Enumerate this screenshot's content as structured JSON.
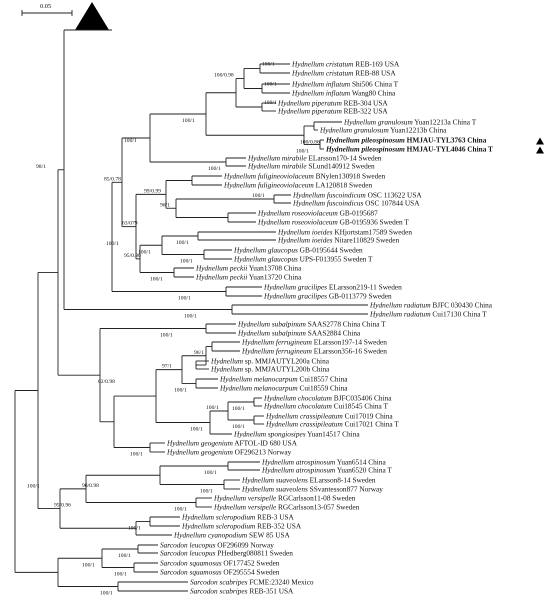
{
  "scale_bar": {
    "label": "0.05"
  },
  "leaves": [
    {
      "id": "cristatum1",
      "genus": "Hydnellum",
      "epithet": "cristatum",
      "rest": "REB-169 USA"
    },
    {
      "id": "cristatum2",
      "genus": "Hydnellum",
      "epithet": "cristatum",
      "rest": "REB-88 USA"
    },
    {
      "id": "inflatum1",
      "genus": "Hydnellum",
      "epithet": "inflatum",
      "rest": "Shi506 China T"
    },
    {
      "id": "inflatum2",
      "genus": "Hydnellum",
      "epithet": "inflatum",
      "rest": "Wang80 China"
    },
    {
      "id": "piperatum1",
      "genus": "Hydnellum",
      "epithet": "piperatum",
      "rest": "REB-304 USA"
    },
    {
      "id": "piperatum2",
      "genus": "Hydnellum",
      "epithet": "piperatum",
      "rest": "REB-322 USA"
    },
    {
      "id": "granulosum1",
      "genus": "Hydnellum",
      "epithet": "granulosum",
      "rest": "Yuan12213a China T"
    },
    {
      "id": "granulosum2",
      "genus": "Hydnellum",
      "epithet": "granulosum",
      "rest": "Yuan12213b China"
    },
    {
      "id": "pileo1",
      "genus": "Hydnellum",
      "epithet": "pileospinosum",
      "rest": "HMJAU-TYL3763 China",
      "bold": true,
      "marker": true
    },
    {
      "id": "pileo2",
      "genus": "Hydnellum",
      "epithet": "pileospinosum",
      "rest": "HMJAU-TYL4046 China T",
      "bold": true,
      "marker": true
    },
    {
      "id": "mirabile1",
      "genus": "Hydnellum",
      "epithet": "mirabile",
      "rest": "ELarsson170-14 Sweden"
    },
    {
      "id": "mirabile2",
      "genus": "Hydnellum",
      "epithet": "mirabile",
      "rest": "SLund140912 Sweden"
    },
    {
      "id": "fulig1",
      "genus": "Hydnellum",
      "epithet": "fuligineoviolaceum",
      "rest": "BNylen130918 Sweden"
    },
    {
      "id": "fulig2",
      "genus": "Hydnellum",
      "epithet": "fuligineoviolaceum",
      "rest": "LA120818 Sweden"
    },
    {
      "id": "fusc1",
      "genus": "Hydnellum",
      "epithet": "fuscoindicum",
      "rest": "OSC 113622 USA"
    },
    {
      "id": "fusc2",
      "genus": "Hydnellum",
      "epithet": "fuscoindicus",
      "rest": "OSC 107844 USA"
    },
    {
      "id": "roseo1",
      "genus": "Hydnellum",
      "epithet": "roseoviolaceum",
      "rest": "GB-0195687"
    },
    {
      "id": "roseo2",
      "genus": "Hydnellum",
      "epithet": "roseoviolaceum",
      "rest": "GB-0195936 Sweden T"
    },
    {
      "id": "ioeides1",
      "genus": "Hydnellum",
      "epithet": "ioeides",
      "rest": "KHjortstam17589 Sweden"
    },
    {
      "id": "ioeides2",
      "genus": "Hydnellum",
      "epithet": "ioeides",
      "rest": "Nitare110829 Sweden"
    },
    {
      "id": "glauc1",
      "genus": "Hydnellum",
      "epithet": "glaucopus",
      "rest": "GB-0195644 Sweden"
    },
    {
      "id": "glauc2",
      "genus": "Hydnellum",
      "epithet": "glaucopus",
      "rest": "UPS-F013955 Sweden T"
    },
    {
      "id": "peckii1",
      "genus": "Hydnellum",
      "epithet": "peckii",
      "rest": "Yuan13708 China"
    },
    {
      "id": "peckii2",
      "genus": "Hydnellum",
      "epithet": "peckii",
      "rest": "Yuan13720 China"
    },
    {
      "id": "gracil1",
      "genus": "Hydnellum",
      "epithet": "gracilipes",
      "rest": "ELarsson219-11 Sweden"
    },
    {
      "id": "gracil2",
      "genus": "Hydnellum",
      "epithet": "gracilipes",
      "rest": "GB-0113779 Sweden"
    },
    {
      "id": "radiat1",
      "genus": "Hydnellum",
      "epithet": "radiatum",
      "rest": "BJFC 030430 China"
    },
    {
      "id": "radiat2",
      "genus": "Hydnellum",
      "epithet": "radiatum",
      "rest": "Cui17130 China T"
    },
    {
      "id": "subalp1",
      "genus": "Hydnellum",
      "epithet": "subalpinum",
      "rest": "SAAS2778 China China T"
    },
    {
      "id": "subalp2",
      "genus": "Hydnellum",
      "epithet": "subalpinum",
      "rest": "SAAS2884 China"
    },
    {
      "id": "ferrug1",
      "genus": "Hydnellum",
      "epithet": "ferrugineum",
      "rest": "ELarsson197-14 Sweden"
    },
    {
      "id": "ferrug2",
      "genus": "Hydnellum",
      "epithet": "ferrugineum",
      "rest": "ELarsson356-16 Sweden"
    },
    {
      "id": "sp1",
      "genus": "Hydnellum",
      "epithet": "",
      "rest": "sp. MMJAUTYL200a China"
    },
    {
      "id": "sp2",
      "genus": "Hydnellum",
      "epithet": "",
      "rest": "sp. MMJAUTYL200b China"
    },
    {
      "id": "melano1",
      "genus": "Hydnellum",
      "epithet": "melanocarpum",
      "rest": "Cui18557 China"
    },
    {
      "id": "melano2",
      "genus": "Hydnellum",
      "epithet": "melanocarpum",
      "rest": "Cui18559 China"
    },
    {
      "id": "choco1",
      "genus": "Hydnellum",
      "epithet": "chocolatum",
      "rest": "BJFC035406 China"
    },
    {
      "id": "choco2",
      "genus": "Hydnellum",
      "epithet": "chocolatum",
      "rest": "Cui18545 China T"
    },
    {
      "id": "crass1",
      "genus": "Hydnellum",
      "epithet": "crassipileatum",
      "rest": "Cui17019 China"
    },
    {
      "id": "crass2",
      "genus": "Hydnellum",
      "epithet": "crassipileatum",
      "rest": "Cui17021 China T"
    },
    {
      "id": "spong",
      "genus": "Hydnellum",
      "epithet": "spongiosipes",
      "rest": "Yuan14517 China"
    },
    {
      "id": "geog1",
      "genus": "Hydnellum",
      "epithet": "geogenium",
      "rest": "AFTOL-ID 680 USA"
    },
    {
      "id": "geog2",
      "genus": "Hydnellum",
      "epithet": "geogenium",
      "rest": "OF296213 Norway"
    },
    {
      "id": "atros1",
      "genus": "Hydnellum",
      "epithet": "atrospinosum",
      "rest": "Yuan6514 China"
    },
    {
      "id": "atros2",
      "genus": "Hydnellum",
      "epithet": "atrospinosum",
      "rest": "Yuan6520 China T"
    },
    {
      "id": "suav1",
      "genus": "Hydnellum",
      "epithet": "suaveolens",
      "rest": "ELarsson8-14 Sweden"
    },
    {
      "id": "suav2",
      "genus": "Hydnellum",
      "epithet": "suaveolens",
      "rest": "SSvantesson877 Norway"
    },
    {
      "id": "versi1",
      "genus": "Hydnellum",
      "epithet": "versipelle",
      "rest": "RGCarlsson11-08 Sweden"
    },
    {
      "id": "versi2",
      "genus": "Hydnellum",
      "epithet": "versipelle",
      "rest": "RGCarlsson13-057 Sweden"
    },
    {
      "id": "sclero1",
      "genus": "Hydnellum",
      "epithet": "scleropodium",
      "rest": "REB-3 USA"
    },
    {
      "id": "sclero2",
      "genus": "Hydnellum",
      "epithet": "scleropodium",
      "rest": "REB-352 USA"
    },
    {
      "id": "cyano",
      "genus": "Hydnellum",
      "epithet": "cyanopodium",
      "rest": "SEW 85 USA"
    },
    {
      "id": "leuco1",
      "genus": "Sarcodon",
      "epithet": "leucopus",
      "rest": "OF296099 Norway"
    },
    {
      "id": "leuco2",
      "genus": "Sarcodon",
      "epithet": "leucopus",
      "rest": "PHedberg080811 Sweden"
    },
    {
      "id": "squam1",
      "genus": "Sarcodon",
      "epithet": "squamosus",
      "rest": "OF177452 Sweden"
    },
    {
      "id": "squam2",
      "genus": "Sarcodon",
      "epithet": "squamosus",
      "rest": "OF295554 Sweden"
    },
    {
      "id": "scab1",
      "genus": "Sarcodon",
      "epithet": "scabripes",
      "rest": "FCME:23240 Mexico"
    },
    {
      "id": "scab2",
      "genus": "Sarcodon",
      "epithet": "scabripes",
      "rest": "REB-351 USA"
    }
  ],
  "supports": [
    "100/1",
    "100/1",
    "100/0.98",
    "100/1",
    "100/1",
    "100/1",
    "100/0.86",
    "100/1",
    "100/1",
    "99/0.99",
    "100/1",
    "96/1",
    "100/1",
    "100/1",
    "100/1",
    "100/1",
    "63/079",
    "95/0.86",
    "85/0.78",
    "100/1",
    "100/1",
    "100/1",
    "98/1",
    "100/1",
    "62/0.98",
    "100/1",
    "96/1",
    "100/1",
    "97/1",
    "100/1",
    "100/1",
    "100/1",
    "100/1",
    "100/1",
    "100/1",
    "100/1",
    "96/0.98",
    "100/1",
    "100/1",
    "95/0.96",
    "100/1",
    "100/1",
    "100/1",
    "100/1",
    "100/1"
  ],
  "outgroup_marker": "collapsed-clade-triangle"
}
